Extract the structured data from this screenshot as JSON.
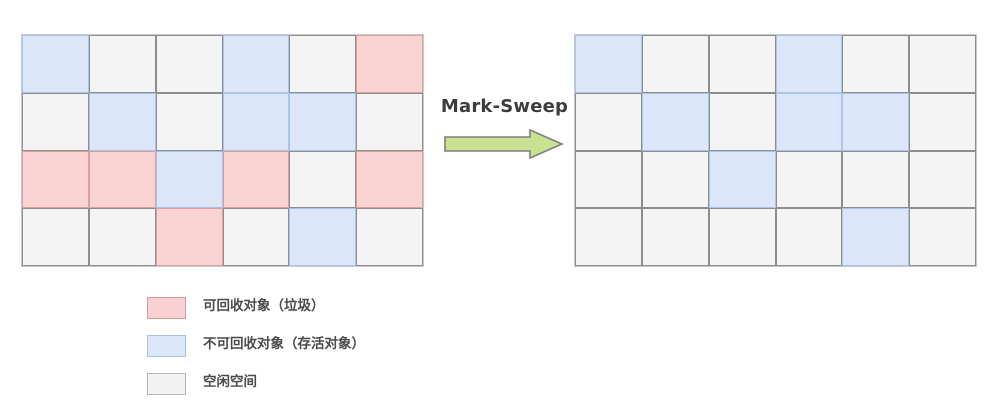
{
  "diagram": {
    "title": "Mark-Sweep",
    "grid_cols": 6,
    "grid_rows": 4,
    "cell_states": {
      "garbage": "garbage",
      "live": "live",
      "free": "free"
    },
    "before": {
      "name": "heap-before-collection",
      "rows": [
        [
          "live",
          "free",
          "free",
          "live",
          "free",
          "garbage"
        ],
        [
          "free",
          "live",
          "free",
          "live",
          "live",
          "free"
        ],
        [
          "garbage",
          "garbage",
          "live",
          "garbage",
          "free",
          "garbage"
        ],
        [
          "free",
          "free",
          "garbage",
          "free",
          "live",
          "free"
        ]
      ]
    },
    "after": {
      "name": "heap-after-collection",
      "rows": [
        [
          "live",
          "free",
          "free",
          "live",
          "free",
          "free"
        ],
        [
          "free",
          "live",
          "free",
          "live",
          "live",
          "free"
        ],
        [
          "free",
          "free",
          "live",
          "free",
          "free",
          "free"
        ],
        [
          "free",
          "free",
          "free",
          "free",
          "live",
          "free"
        ]
      ]
    },
    "transition": {
      "label": "Mark-Sweep",
      "arrow_direction": "right",
      "arrow_fill": "#c9e191",
      "arrow_stroke": "#7f7f7f"
    },
    "legend": {
      "items": [
        {
          "swatch": "garbage",
          "label": "可回收对象（垃圾）",
          "color": "#f8d2d2"
        },
        {
          "swatch": "live",
          "label": "不可回收对象（存活对象）",
          "color": "#dce8f9"
        },
        {
          "swatch": "free",
          "label": "空闲空间",
          "color": "#f2f2f2"
        }
      ]
    },
    "colors": {
      "garbage": "#f9d2d2",
      "live": "#dbe7f9",
      "free": "#f4f4f4",
      "grid_border": "#8e8e8e",
      "text": "#4b4b4b"
    }
  }
}
